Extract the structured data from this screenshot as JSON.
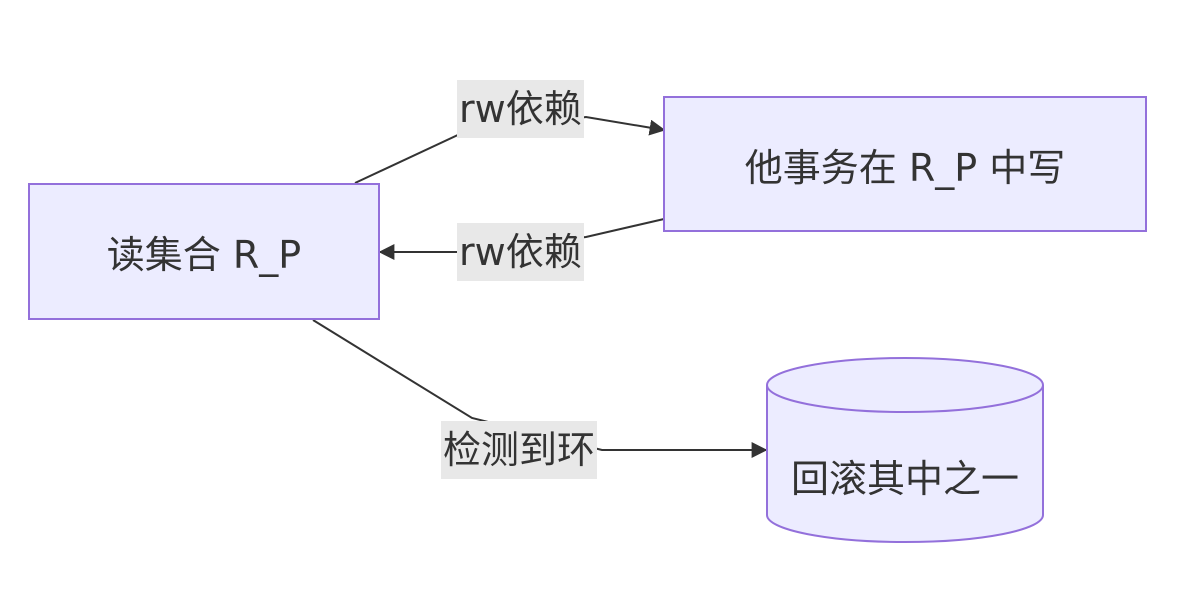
{
  "nodes": {
    "read_set": {
      "label": "读集合 R_P"
    },
    "other_txn": {
      "label": "他事务在 R_P 中写"
    },
    "rollback": {
      "label": "回滚其中之一"
    }
  },
  "edges": {
    "rw_out": {
      "label": "rw依赖"
    },
    "rw_in": {
      "label": "rw依赖"
    },
    "cycle": {
      "label": "检测到环"
    }
  },
  "colors": {
    "node_fill": "#ececff",
    "node_stroke": "#9370db",
    "edge_stroke": "#333333",
    "label_bg": "#e8e8e8",
    "text": "#333333"
  }
}
